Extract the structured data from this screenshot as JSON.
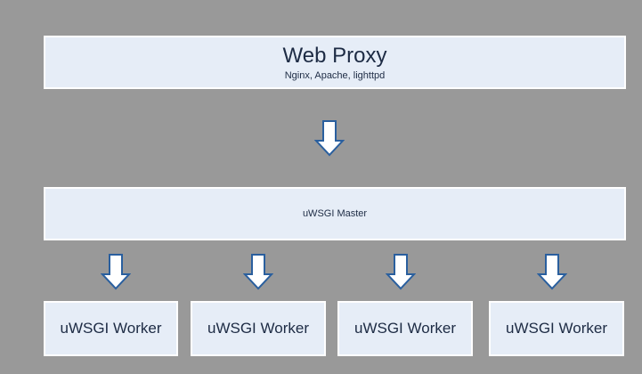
{
  "diagram": {
    "proxy": {
      "title": "Web Proxy",
      "subtitle": "Nginx, Apache, lighttpd"
    },
    "master": {
      "label": "uWSGI Master"
    },
    "workers": [
      {
        "label": "uWSGI Worker"
      },
      {
        "label": "uWSGI Worker"
      },
      {
        "label": "uWSGI Worker"
      },
      {
        "label": "uWSGI Worker"
      }
    ],
    "arrow_icon": "down-arrow-icon",
    "colors": {
      "background": "#999999",
      "box_fill": "#e6edf7",
      "box_border": "#ffffff",
      "text": "#1d2b44",
      "arrow_stroke": "#2a5f9e",
      "arrow_fill": "#ffffff"
    }
  }
}
